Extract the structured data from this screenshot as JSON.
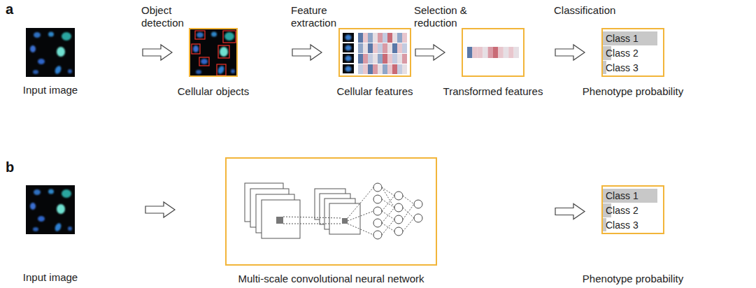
{
  "diagram": {
    "nodes": [
      {
        "text": [
          "Input image"
        ]
      },
      {
        "text": [
          "Cellular objects"
        ]
      },
      {
        "text": [
          "Cellular features"
        ]
      },
      {
        "text": [
          "Transformed features"
        ]
      },
      {
        "text": [
          "Class 1",
          "Class 2",
          "Class 3",
          "Phenotype probability"
        ]
      },
      {
        "text": [
          "Input image"
        ]
      },
      {
        "text": [
          "Multi-scale convolutional neural network"
        ]
      },
      {
        "text": [
          "Class 1",
          "Class 2",
          "Class 3",
          "Phenotype probability"
        ]
      }
    ],
    "edges": [
      {
        "from": 0,
        "to": 1,
        "arrow": "to",
        "label": "Object detection"
      },
      {
        "from": 1,
        "to": 2,
        "arrow": "to",
        "label": "Feature extraction"
      },
      {
        "from": 2,
        "to": 3,
        "arrow": "to",
        "label": "Selection & reduction"
      },
      {
        "from": 3,
        "to": 4,
        "arrow": "to",
        "label": "Classification"
      },
      {
        "from": 5,
        "to": 6,
        "arrow": "to"
      },
      {
        "from": 6,
        "to": 7,
        "arrow": "to"
      }
    ],
    "labels": [
      "a",
      "b"
    ]
  }
}
